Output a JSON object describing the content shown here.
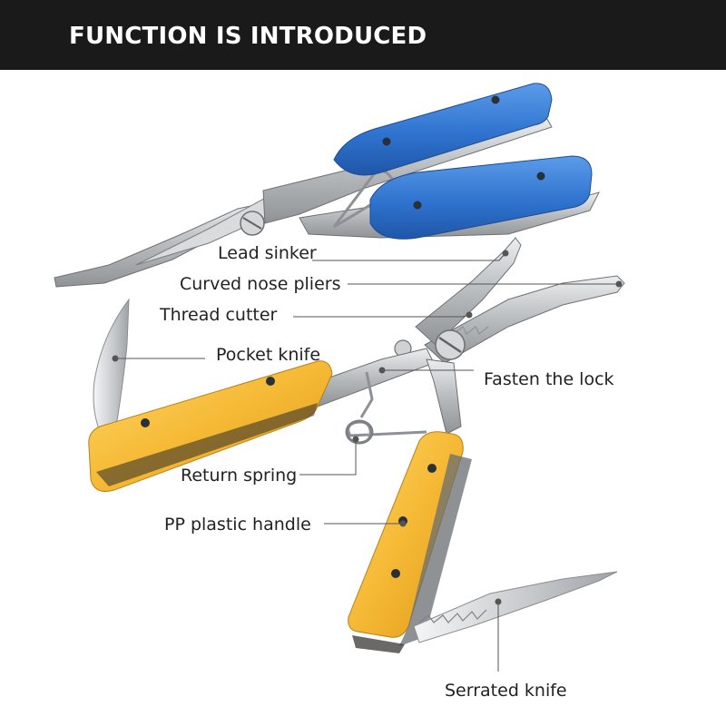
{
  "header": {
    "title": "FUNCTION IS INTRODUCED",
    "background": "#1b1a1a"
  },
  "colors": {
    "blue_handle": "#2f73cf",
    "yellow_handle": "#f5b935",
    "steel": "#c7c9cb"
  },
  "labels": {
    "lead_sinker": "Lead sinker",
    "curved_nose_pliers": "Curved nose pliers",
    "thread_cutter": "Thread cutter",
    "pocket_knife": "Pocket knife",
    "fasten_the_lock": "Fasten the lock",
    "return_spring": "Return spring",
    "pp_plastic_handle": "PP plastic handle",
    "serrated_knife": "Serrated knife"
  }
}
